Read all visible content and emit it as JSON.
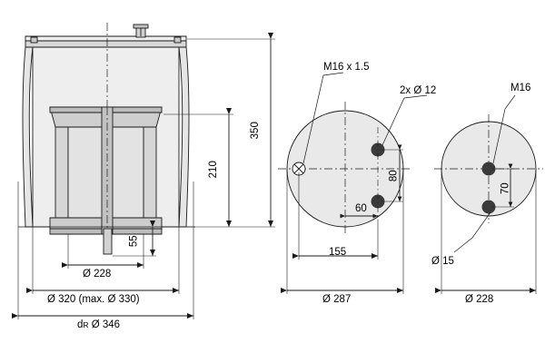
{
  "drawing": {
    "title": "air spring technical drawing",
    "views": [
      {
        "name": "side-elevation-view"
      },
      {
        "name": "top-plate-view"
      },
      {
        "name": "bottom-piston-view"
      }
    ],
    "colors": {
      "line": "#1a1a1a",
      "fill_light": "#e8e8e8",
      "fill_mid": "#d0d0d0",
      "fill_dark": "#b8b8b8",
      "white": "#ffffff"
    }
  },
  "dimensions": {
    "height_350": "350",
    "height_210": "210",
    "height_55": "55",
    "dia_228_side": "Ø 228",
    "dia_320_max_330": "Ø 320 (max. Ø 330)",
    "dr_dia_346_prefix": "d",
    "dr_dia_346_sub": "R",
    "dr_dia_346_value": "Ø 346",
    "thread_m16x15": "M16 x 1.5",
    "holes_2x_dia12": "2x  Ø 12",
    "dim_80": "80",
    "dim_60": "60",
    "dim_155": "155",
    "dia_287": "Ø 287",
    "thread_m16": "M16",
    "dim_70": "70",
    "dia_15": "Ø 15",
    "dia_228_bottom": "Ø 228"
  }
}
